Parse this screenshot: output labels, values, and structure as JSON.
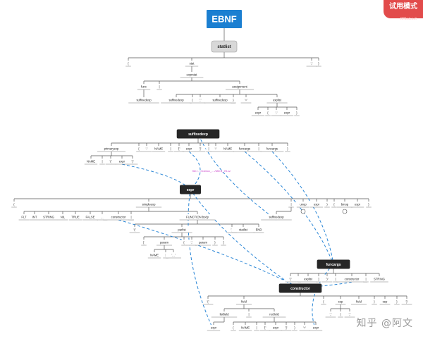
{
  "mode_badge": "试用模式",
  "mode_badge_sub": "XMind.net",
  "watermark": "知乎 @阿文",
  "link_label": "file:/....//roblox_..../MD.5_78.cz",
  "colors": {
    "title": "#1b7fd1",
    "dark": "#262626",
    "root": "#d8d8d8",
    "line": "#555555",
    "dash": "#2a86d6",
    "link": "#c83ec8"
  },
  "nodes": [
    {
      "id": "title",
      "text": "EBNF",
      "style": "title"
    },
    {
      "id": "statlist",
      "text": "statlist",
      "style": "root"
    },
    {
      "id": "s_lb",
      "text": "{"
    },
    {
      "id": "s_stat",
      "text": "stat"
    },
    {
      "id": "s_semi",
      "text": "';'"
    },
    {
      "id": "s_rb",
      "text": "}"
    },
    {
      "id": "exprstat",
      "text": "exprstat"
    },
    {
      "id": "e_func",
      "text": "func"
    },
    {
      "id": "e_bar",
      "text": "|"
    },
    {
      "id": "e_assign",
      "text": "assignment"
    },
    {
      "id": "f_sfx",
      "text": "suffixedexp"
    },
    {
      "id": "a_sfx1",
      "text": "suffixedexp"
    },
    {
      "id": "a_lb",
      "text": "{"
    },
    {
      "id": "a_comma",
      "text": "','"
    },
    {
      "id": "a_sfx2",
      "text": "suffixedexp"
    },
    {
      "id": "a_rb",
      "text": "}"
    },
    {
      "id": "a_eq",
      "text": "'='"
    },
    {
      "id": "a_explist",
      "text": "explist"
    },
    {
      "id": "el_expr1",
      "text": "expr"
    },
    {
      "id": "el_lb",
      "text": "{"
    },
    {
      "id": "el_comma",
      "text": "','"
    },
    {
      "id": "el_expr2",
      "text": "expr"
    },
    {
      "id": "el_rb",
      "text": "}"
    },
    {
      "id": "suffixedexp",
      "text": "suffixedexp",
      "style": "dark"
    },
    {
      "id": "x_primary",
      "text": "primaryexp"
    },
    {
      "id": "x_lb",
      "text": "{"
    },
    {
      "id": "x_dot",
      "text": "'.'"
    },
    {
      "id": "x_name",
      "text": "NAME"
    },
    {
      "id": "x_bar1",
      "text": "|"
    },
    {
      "id": "x_lbr",
      "text": "'['"
    },
    {
      "id": "x_expr",
      "text": "expr"
    },
    {
      "id": "x_rbr",
      "text": "']'"
    },
    {
      "id": "x_bar2",
      "text": "|"
    },
    {
      "id": "x_colon",
      "text": "':'"
    },
    {
      "id": "x_name2",
      "text": "NAME"
    },
    {
      "id": "x_funcargs",
      "text": "funcargs"
    },
    {
      "id": "x_bar3",
      "text": "|"
    },
    {
      "id": "x_funcargs2",
      "text": "funcargs"
    },
    {
      "id": "x_rb",
      "text": "}"
    },
    {
      "id": "p_name",
      "text": "NAME"
    },
    {
      "id": "p_bar",
      "text": "|"
    },
    {
      "id": "p_lp",
      "text": "'('"
    },
    {
      "id": "p_expr",
      "text": "expr"
    },
    {
      "id": "p_rp",
      "text": "')'"
    },
    {
      "id": "expr",
      "text": "expr",
      "style": "dark"
    },
    {
      "id": "r_lp",
      "text": "("
    },
    {
      "id": "r_simple",
      "text": "simpleexp"
    },
    {
      "id": "r_bar",
      "text": "|"
    },
    {
      "id": "r_unop",
      "text": "unop"
    },
    {
      "id": "r_expr",
      "text": "expr"
    },
    {
      "id": "r_rp",
      "text": ")"
    },
    {
      "id": "r_lb",
      "text": "{"
    },
    {
      "id": "r_binop",
      "text": "binop"
    },
    {
      "id": "r_expr2",
      "text": "expr"
    },
    {
      "id": "r_rb",
      "text": "}"
    },
    {
      "id": "r_sfx",
      "text": "suffixedexp"
    },
    {
      "id": "m_flt",
      "text": "FLT"
    },
    {
      "id": "m_int",
      "text": "INT"
    },
    {
      "id": "m_string",
      "text": "STRING"
    },
    {
      "id": "m_nil",
      "text": "NIL"
    },
    {
      "id": "m_true",
      "text": "TRUE"
    },
    {
      "id": "m_false",
      "text": "FALSE"
    },
    {
      "id": "m_dots",
      "text": "..."
    },
    {
      "id": "m_ctor",
      "text": "constructor"
    },
    {
      "id": "m_bar",
      "text": "|"
    },
    {
      "id": "m_fbody",
      "text": "FUNCTION body"
    },
    {
      "id": "b_lp",
      "text": "'('"
    },
    {
      "id": "b_parlist",
      "text": "parlist"
    },
    {
      "id": "b_rp",
      "text": "')'"
    },
    {
      "id": "b_statlist",
      "text": "statlist"
    },
    {
      "id": "b_end",
      "text": "END"
    },
    {
      "id": "pl_lb",
      "text": "["
    },
    {
      "id": "pl_param",
      "text": "param"
    },
    {
      "id": "pl_lb2",
      "text": "{"
    },
    {
      "id": "pl_comma",
      "text": "','"
    },
    {
      "id": "pl_param2",
      "text": "param"
    },
    {
      "id": "pl_rb",
      "text": "}"
    },
    {
      "id": "pl_rb2",
      "text": "]"
    },
    {
      "id": "pr_name",
      "text": "NAME"
    },
    {
      "id": "pr_bar",
      "text": "|"
    },
    {
      "id": "pr_dots",
      "text": "'...'"
    },
    {
      "id": "funcargs",
      "text": "funcargs",
      "style": "dark"
    },
    {
      "id": "fa_lp",
      "text": "'('"
    },
    {
      "id": "fa_lb",
      "text": "["
    },
    {
      "id": "fa_explist",
      "text": "explist"
    },
    {
      "id": "fa_rb",
      "text": "]"
    },
    {
      "id": "fa_rp",
      "text": "')'"
    },
    {
      "id": "fa_bar",
      "text": "|"
    },
    {
      "id": "fa_ctor",
      "text": "constructor"
    },
    {
      "id": "fa_bar2",
      "text": "|"
    },
    {
      "id": "fa_string",
      "text": "STRING"
    },
    {
      "id": "constructor",
      "text": "constructor",
      "style": "dark"
    },
    {
      "id": "c_lb",
      "text": "'{'"
    },
    {
      "id": "c_field",
      "text": "field"
    },
    {
      "id": "c_lb2",
      "text": "{"
    },
    {
      "id": "c_sep",
      "text": "sep"
    },
    {
      "id": "c_field2",
      "text": "field"
    },
    {
      "id": "c_rb",
      "text": "}"
    },
    {
      "id": "c_sep2",
      "text": "sep"
    },
    {
      "id": "c_rb2",
      "text": "}"
    },
    {
      "id": "c_rbq",
      "text": "'}'"
    },
    {
      "id": "sp_comma",
      "text": "','"
    },
    {
      "id": "sp_bar",
      "text": "|"
    },
    {
      "id": "sp_semi",
      "text": "';'"
    },
    {
      "id": "fd_listfield",
      "text": "listfield"
    },
    {
      "id": "fd_bar",
      "text": "|"
    },
    {
      "id": "fd_recfield",
      "text": "recfield"
    },
    {
      "id": "lf_expr",
      "text": "expr"
    },
    {
      "id": "rf_lp",
      "text": "("
    },
    {
      "id": "rf_name",
      "text": "NAME"
    },
    {
      "id": "rf_bar",
      "text": "|"
    },
    {
      "id": "rf_lbr",
      "text": "'['"
    },
    {
      "id": "rf_expr",
      "text": "expr"
    },
    {
      "id": "rf_rbr",
      "text": "']'"
    },
    {
      "id": "rf_rp",
      "text": ")"
    },
    {
      "id": "rf_eq",
      "text": "'='"
    },
    {
      "id": "rf_expr2",
      "text": "expr"
    }
  ]
}
